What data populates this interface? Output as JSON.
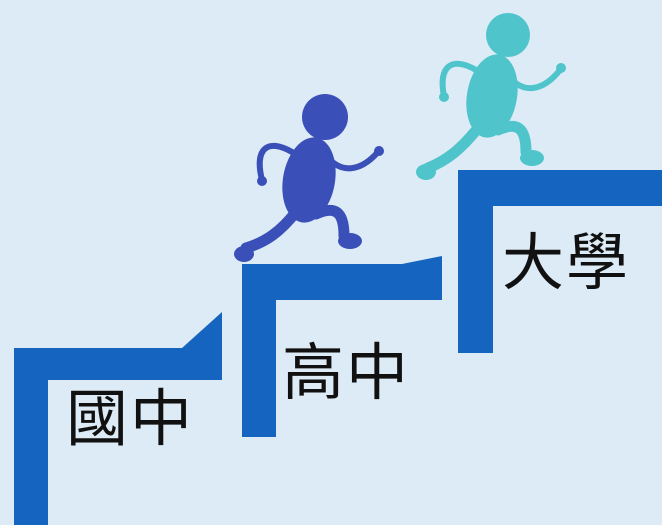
{
  "steps": [
    {
      "label": "國中"
    },
    {
      "label": "高中"
    },
    {
      "label": "大學"
    }
  ],
  "colors": {
    "background": "#dcebf6",
    "stair": "#1565c0",
    "runner_lower": "#3a4fb8",
    "runner_upper": "#4fc4cb"
  },
  "icons": {
    "runner_lower": "running-person-icon",
    "runner_upper": "running-person-icon"
  }
}
